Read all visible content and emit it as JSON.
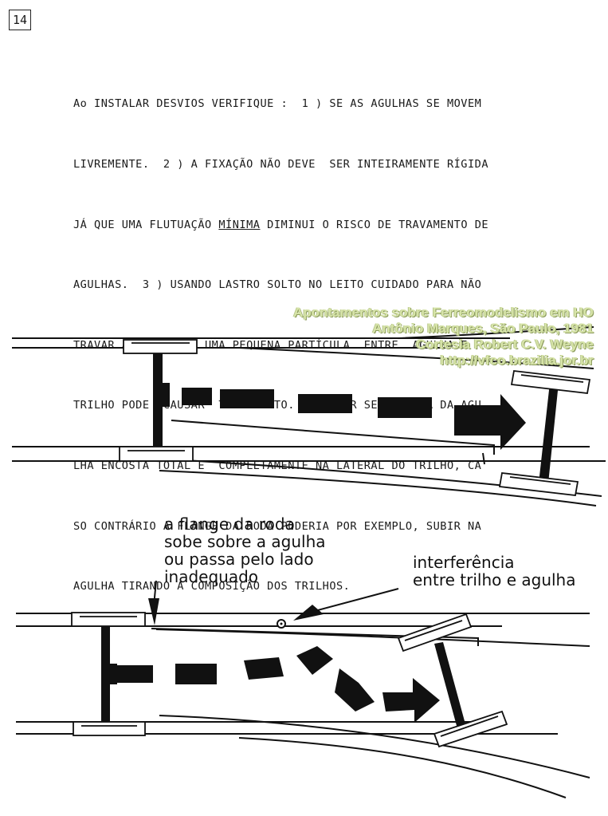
{
  "page": {
    "number": "14"
  },
  "text": {
    "lines": [
      "Ao INSTALAR DESVIOS VERIFIQUE :  1 ) SE AS AGULHAS SE MOVEM",
      "LIVREMENTE.  2 ) A FIXAÇÃO NÃO DEVE  SER INTEIRAMENTE RÍGIDA",
      {
        "before": "JÁ QUE UMA FLUTUAÇÃO ",
        "underlined": "MÍNIMA",
        "after": " DIMINUI O RISCO DE TRAVAMENTO DE"
      },
      "AGULHAS.  3 ) USANDO LASTRO SOLTO NO LEITO CUIDADO PARA NÃO",
      "TRAVAR AS AGULHAS. UMA PEQUENA PARTÍCULA  ENTRE  AGULHA E",
      "TRILHO PODE  CAUSAR  TRAVAMENTO.  4 ) VER SE A PONTA DA AGU",
      "LHA ENCOSTA TOTAL E  COMPLETAMENTE NA LATERAL DO TRILHO, CA",
      "SO CONTRÁRIO A FLANGE DA RODA PODERIA POR EXEMPLO, SUBIR NA",
      "AGULHA TIRANDO A COMPOSIÇÃO DOS TRILHOS."
    ]
  },
  "watermark": {
    "lines": [
      "Apontamentos sobre Ferreomodelismo em HO",
      "Antônio Marques, São Paulo, 1981",
      "Cortesia Robert C.V. Weyne",
      "http://vfco.brazilia.jor.br"
    ]
  },
  "diagram2": {
    "label_flange": [
      "a flange da roda",
      "sobe sobre a agulha",
      "ou passa pelo lado",
      "inadequado"
    ],
    "label_interference": [
      "interferência",
      "entre trilho e agulha"
    ]
  },
  "colors": {
    "ink": "#111111",
    "watermark": "#d7e4a9"
  }
}
